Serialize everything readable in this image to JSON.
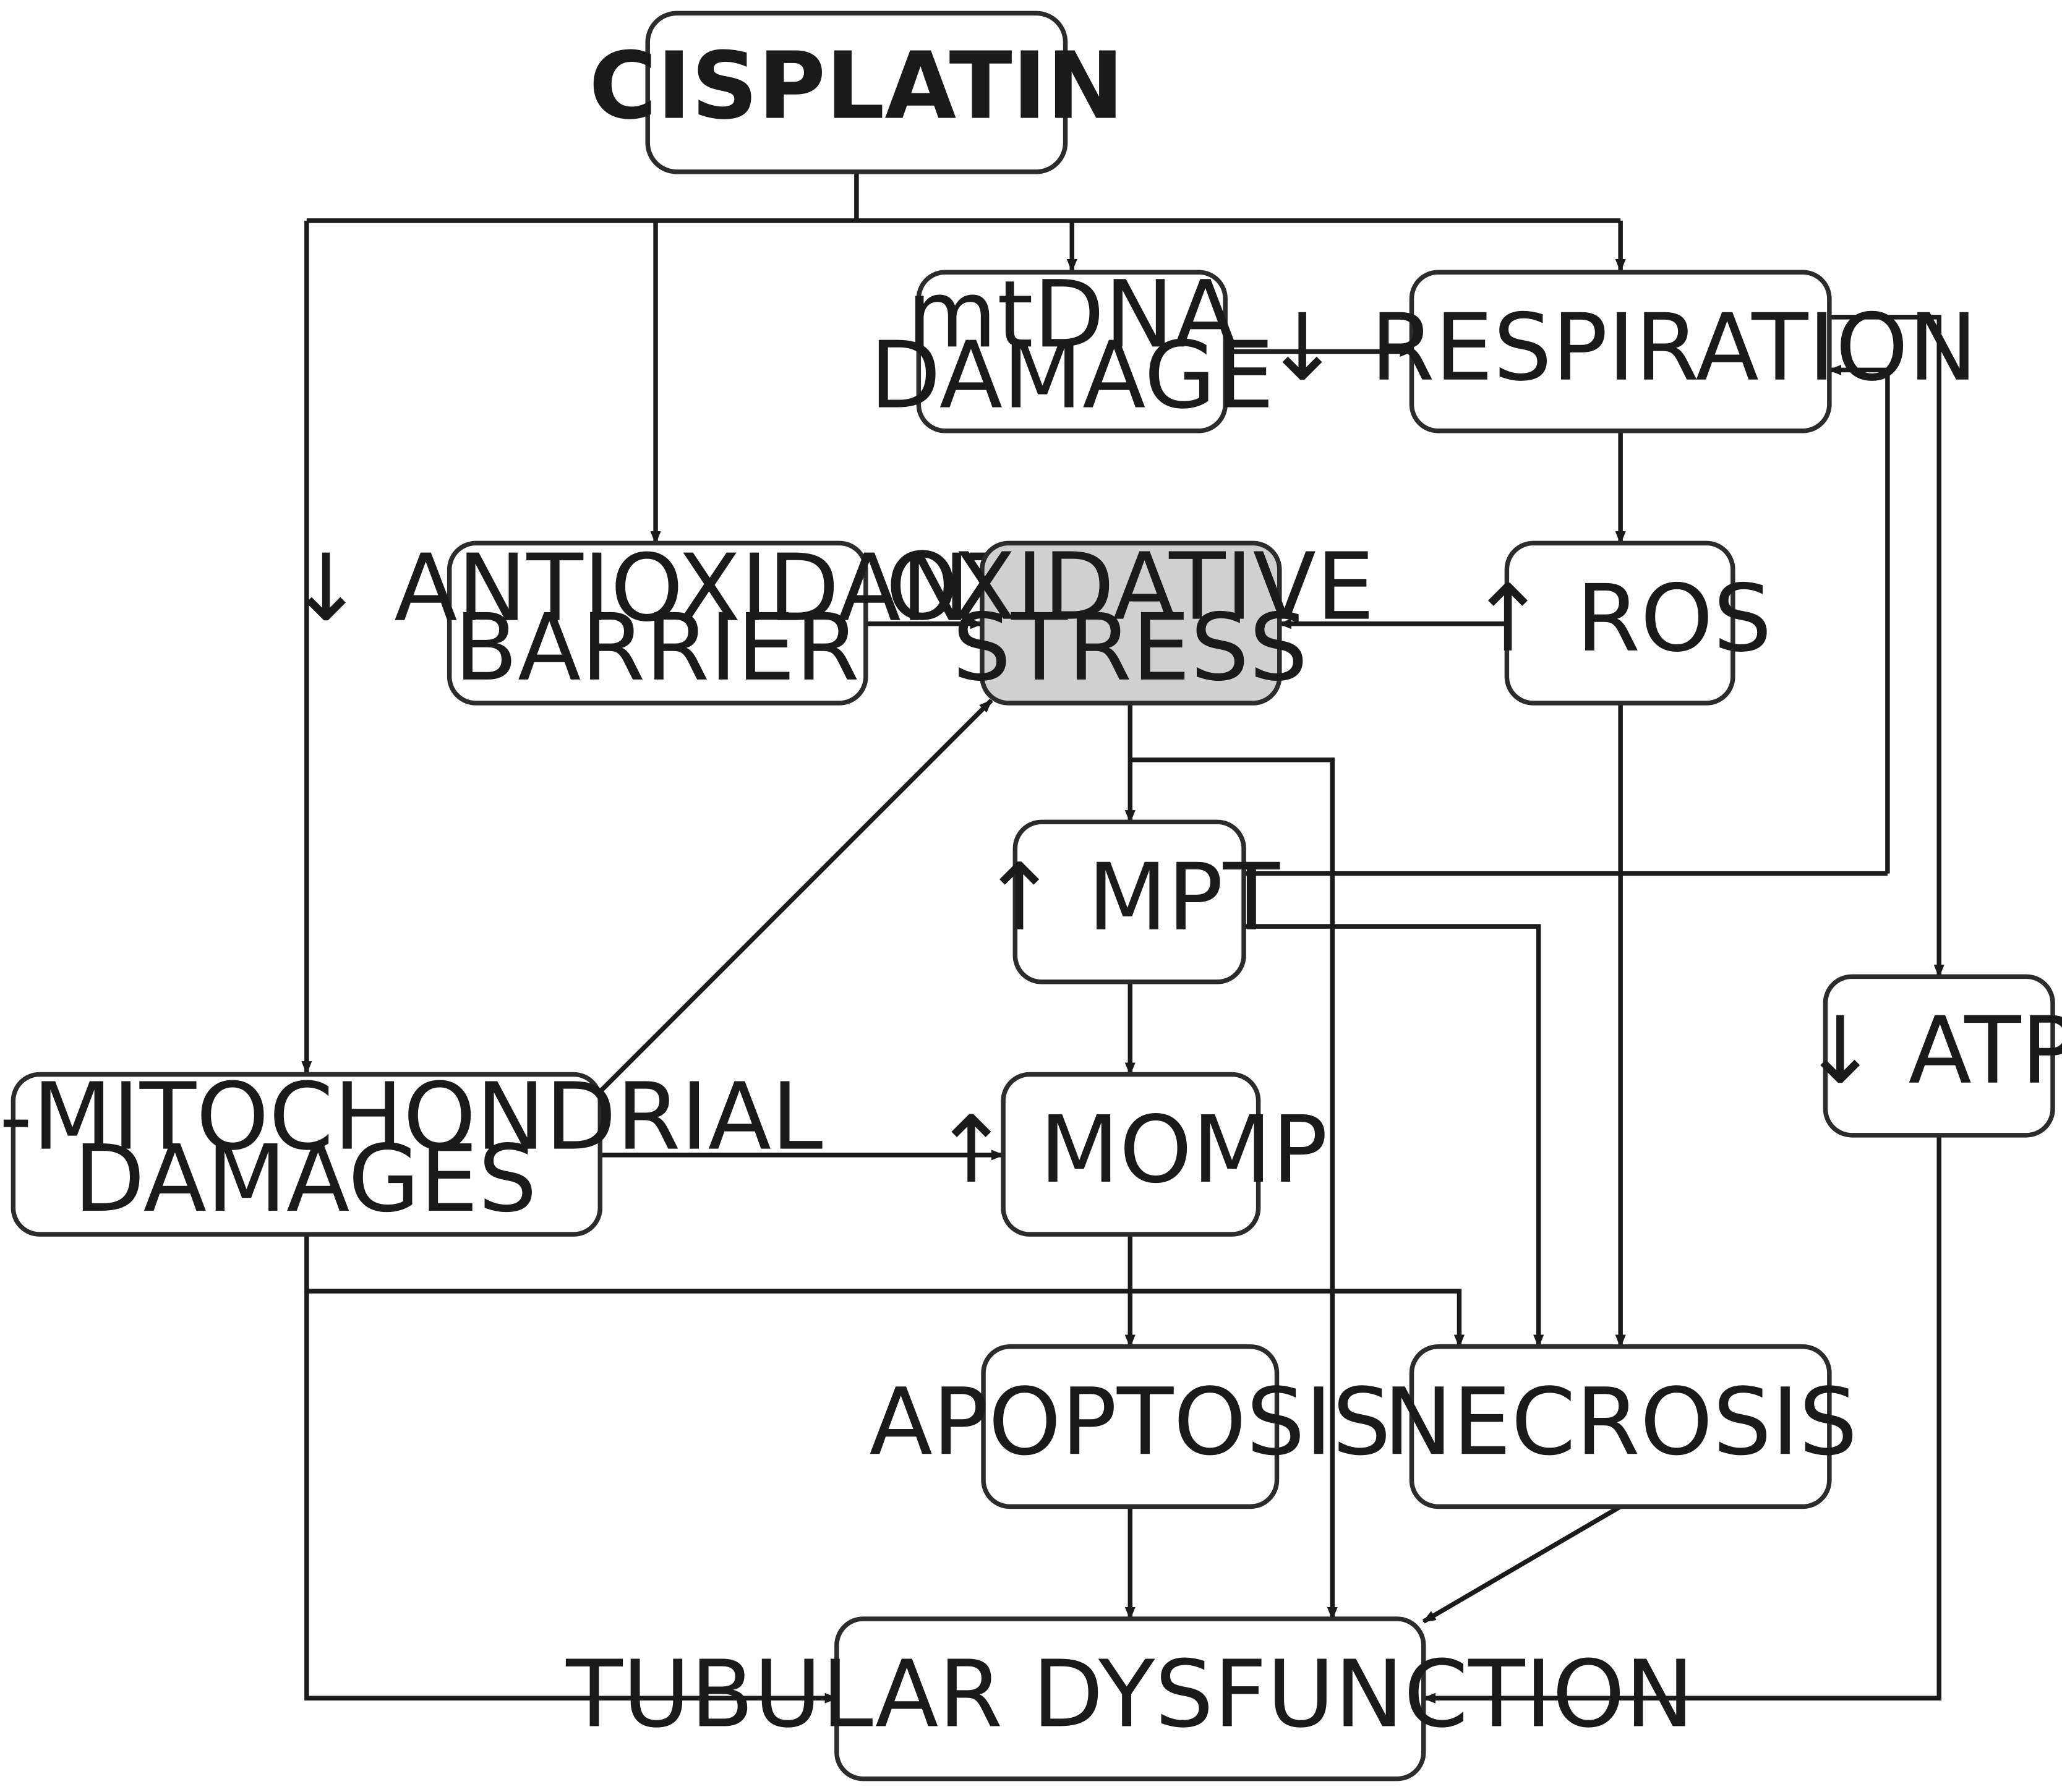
{
  "nodes": {
    "cisplatin": {
      "lines": [
        "CISPLATIN"
      ]
    },
    "mtdna": {
      "lines": [
        "mtDNA",
        "DAMAGE"
      ]
    },
    "respiration": {
      "lines": [
        "↓ RESPIRATION"
      ]
    },
    "antioxidant": {
      "lines": [
        "↓ ANTIOXIDANT",
        "BARRIER"
      ]
    },
    "oxidative": {
      "lines": [
        "OXIDATIVE",
        "STRESS"
      ]
    },
    "ros": {
      "lines": [
        "↑ ROS"
      ]
    },
    "mpt": {
      "lines": [
        "↑ MPT"
      ]
    },
    "atp": {
      "lines": [
        "↓ ATP"
      ]
    },
    "nonmito": {
      "lines": [
        "NON-MITOCHONDRIAL",
        "DAMAGES"
      ]
    },
    "momp": {
      "lines": [
        "↑ MOMP"
      ]
    },
    "apoptosis": {
      "lines": [
        "APOPTOSIS"
      ]
    },
    "necrosis": {
      "lines": [
        "NECROSIS"
      ]
    },
    "tubular": {
      "lines": [
        "TUBULAR DYSFUNCTION"
      ]
    }
  },
  "colors": {
    "highlight_fill": "#d0d0d0",
    "stroke": "#2b2b2b"
  }
}
